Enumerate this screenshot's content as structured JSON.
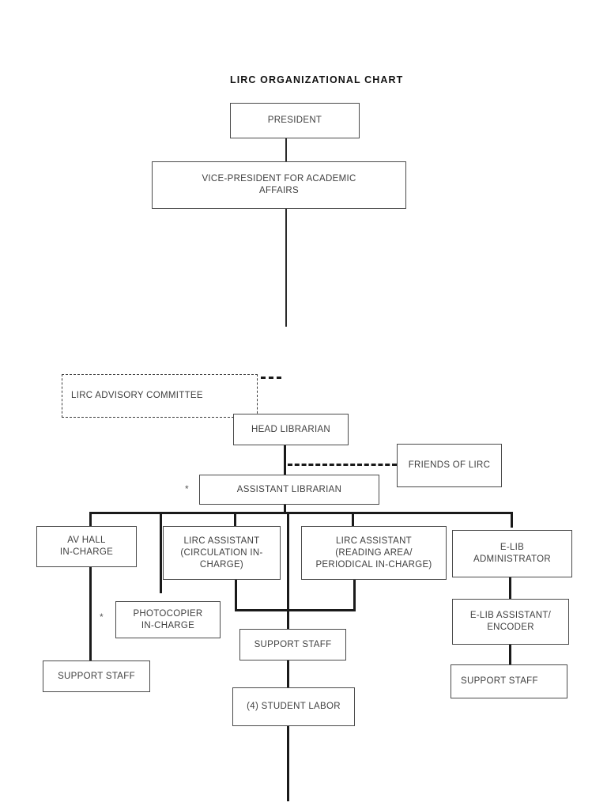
{
  "document": {
    "title": "LIRC ORGANIZATIONAL CHART"
  },
  "chart_data": {
    "type": "diagram",
    "title": "LIRC ORGANIZATIONAL CHART",
    "nodes": [
      {
        "id": "president",
        "label": "PRESIDENT",
        "style": "solid"
      },
      {
        "id": "vp_academic",
        "label": "VICE-PRESIDENT FOR ACADEMIC AFFAIRS",
        "style": "solid"
      },
      {
        "id": "advisory",
        "label": "LIRC ADVISORY COMMITTEE",
        "style": "dashed"
      },
      {
        "id": "head_librarian",
        "label": "HEAD LIBRARIAN",
        "style": "solid"
      },
      {
        "id": "friends",
        "label": "FRIENDS OF LIRC",
        "style": "solid"
      },
      {
        "id": "assistant_librarian",
        "label": "ASSISTANT LIBRARIAN",
        "style": "solid",
        "marker": "*"
      },
      {
        "id": "av_hall",
        "label": "AV HALL\nIN-CHARGE",
        "style": "solid"
      },
      {
        "id": "lirc_circ",
        "label": "LIRC ASSISTANT\n(CIRCULATION IN-\nCHARGE)",
        "style": "solid"
      },
      {
        "id": "lirc_reading",
        "label": "LIRC ASSISTANT\n(READING AREA/\nPERIODICAL IN-CHARGE)",
        "style": "solid"
      },
      {
        "id": "elib_admin",
        "label": "E-LIB\nADMINISTRATOR",
        "style": "solid"
      },
      {
        "id": "photocopier",
        "label": "PHOTOCOPIER\nIN-CHARGE",
        "style": "solid",
        "marker": "*"
      },
      {
        "id": "support_left",
        "label": "SUPPORT STAFF",
        "style": "solid"
      },
      {
        "id": "support_center",
        "label": "SUPPORT STAFF",
        "style": "solid"
      },
      {
        "id": "student_labor",
        "label": "(4) STUDENT LABOR",
        "style": "solid"
      },
      {
        "id": "elib_assistant",
        "label": "E-LIB ASSISTANT/\nENCODER",
        "style": "solid"
      },
      {
        "id": "support_right",
        "label": "SUPPORT STAFF",
        "style": "solid"
      }
    ],
    "edges": [
      {
        "from": "president",
        "to": "vp_academic",
        "style": "solid"
      },
      {
        "from": "advisory",
        "to": "head_librarian",
        "style": "dashed"
      },
      {
        "from": "head_librarian",
        "to": "friends",
        "style": "dashed"
      },
      {
        "from": "head_librarian",
        "to": "assistant_librarian",
        "style": "solid"
      },
      {
        "from": "assistant_librarian",
        "to": "av_hall",
        "style": "solid"
      },
      {
        "from": "assistant_librarian",
        "to": "lirc_circ",
        "style": "solid"
      },
      {
        "from": "assistant_librarian",
        "to": "lirc_reading",
        "style": "solid"
      },
      {
        "from": "assistant_librarian",
        "to": "elib_admin",
        "style": "solid"
      },
      {
        "from": "assistant_librarian",
        "to": "photocopier",
        "style": "solid"
      },
      {
        "from": "av_hall",
        "to": "support_left",
        "style": "solid"
      },
      {
        "from": "lirc_circ",
        "to": "support_center",
        "style": "solid"
      },
      {
        "from": "lirc_reading",
        "to": "support_center",
        "style": "solid"
      },
      {
        "from": "support_center",
        "to": "student_labor",
        "style": "solid"
      },
      {
        "from": "elib_admin",
        "to": "elib_assistant",
        "style": "solid"
      },
      {
        "from": "elib_assistant",
        "to": "support_right",
        "style": "solid"
      }
    ],
    "markers": [
      {
        "symbol": "*",
        "near": "assistant_librarian"
      },
      {
        "symbol": "*",
        "near": "photocopier"
      }
    ]
  },
  "labels": {
    "president": "PRESIDENT",
    "vp_line1": "VICE-PRESIDENT FOR ACADEMIC",
    "vp_line2": "AFFAIRS",
    "advisory": "LIRC ADVISORY COMMITTEE",
    "head_librarian": "HEAD LIBRARIAN",
    "friends": "FRIENDS OF LIRC",
    "assistant_librarian": "ASSISTANT LIBRARIAN",
    "av_hall_line1": "AV HALL",
    "av_hall_line2": "IN-CHARGE",
    "lirc_circ_line1": "LIRC ASSISTANT",
    "lirc_circ_line2": "(CIRCULATION IN-",
    "lirc_circ_line3": "CHARGE)",
    "lirc_reading_line1": "LIRC ASSISTANT",
    "lirc_reading_line2": "(READING AREA/",
    "lirc_reading_line3": "PERIODICAL IN-CHARGE)",
    "elib_admin_line1": "E-LIB",
    "elib_admin_line2": "ADMINISTRATOR",
    "photocopier_line1": "PHOTOCOPIER",
    "photocopier_line2": "IN-CHARGE",
    "support_left": "SUPPORT STAFF",
    "support_center": "SUPPORT STAFF",
    "student_labor": "(4) STUDENT LABOR",
    "elib_assistant_line1": "E-LIB ASSISTANT/",
    "elib_assistant_line2": "ENCODER",
    "support_right": "SUPPORT STAFF",
    "asterisk": "*"
  }
}
